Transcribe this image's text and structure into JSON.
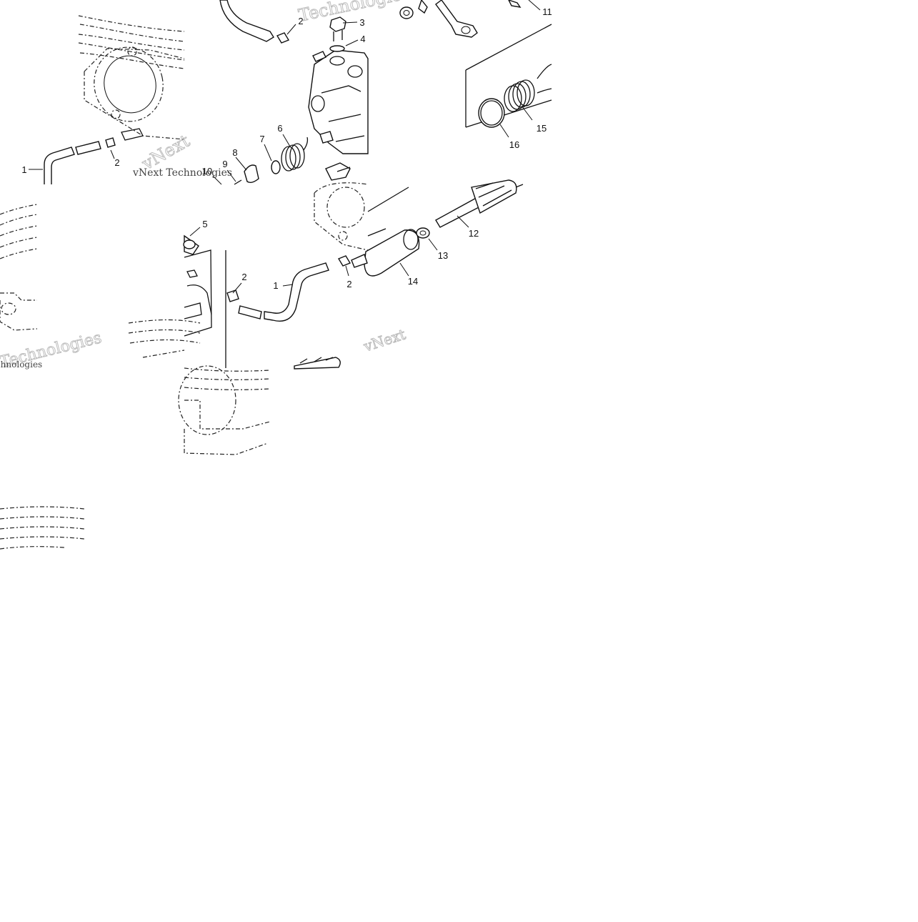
{
  "diagram": {
    "callouts_upper": [
      "1",
      "2",
      "2",
      "3",
      "4",
      "6",
      "7",
      "8",
      "9",
      "10",
      "11",
      "15",
      "16"
    ],
    "callouts_lower": [
      "5",
      "2",
      "1",
      "2",
      "14",
      "13",
      "12"
    ],
    "watermarks": [
      "vNext Technologies",
      "Technologies",
      "vNext",
      "Technologies",
      "vNext",
      "vNext Technologies"
    ]
  }
}
